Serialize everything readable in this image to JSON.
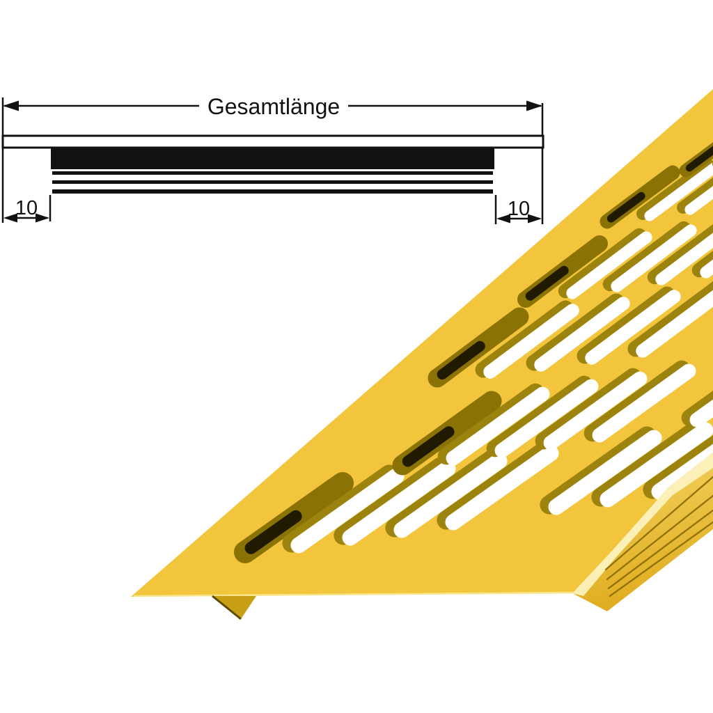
{
  "diagram": {
    "total_length_label": "Gesamtlänge",
    "left_inset_label": "10",
    "right_inset_label": "10",
    "line_color": "#111111"
  },
  "grille": {
    "colors": {
      "panel": "#F2C53D",
      "slot_rim": "#9C830E",
      "slot_dark_outer": "#8A7205",
      "slot_dark_core": "#201A00",
      "slot_hole": "#FFFFFF",
      "band_top": "#F7D868",
      "band_bottom": "#DFAC1E",
      "band_highlight": "#FCF2BE",
      "groove": "#7E6400",
      "edge_highlight": "#F8E488",
      "tab_fill": "#C89F15",
      "tab_edge": "#5E4900"
    },
    "panel_outline": [
      [
        188,
        857
      ],
      [
        1024,
        128
      ],
      [
        1024,
        650
      ],
      [
        960,
        700
      ],
      [
        880,
        790
      ],
      [
        822,
        852
      ]
    ],
    "band_outline": [
      [
        822,
        852
      ],
      [
        880,
        790
      ],
      [
        960,
        700
      ],
      [
        1024,
        650
      ],
      [
        1024,
        760
      ],
      [
        872,
        878
      ]
    ],
    "band_highlight_poly": [
      [
        822,
        852
      ],
      [
        880,
        790
      ],
      [
        960,
        700
      ],
      [
        1024,
        650
      ],
      [
        1024,
        672
      ],
      [
        965,
        712
      ],
      [
        885,
        800
      ],
      [
        838,
        856
      ]
    ],
    "grooves": [
      [
        [
          870,
          818
        ],
        [
          1024,
          685
        ]
      ],
      [
        [
          872,
          832
        ],
        [
          1024,
          712
        ]
      ],
      [
        [
          874,
          845
        ],
        [
          1024,
          733
        ]
      ],
      [
        [
          876,
          856
        ],
        [
          1024,
          750
        ]
      ]
    ],
    "edge_highlight_line": [
      [
        192,
        856
      ],
      [
        826,
        851
      ]
    ],
    "tab": [
      [
        305,
        856
      ],
      [
        368,
        856
      ],
      [
        346,
        889
      ]
    ],
    "rows": [
      {
        "start": [
          352,
          793
        ],
        "axis": [
          140,
          -99
        ],
        "width": 32,
        "step": [
          74,
          -11
        ],
        "pattern": "DWWWW.WWW"
      },
      {
        "start": [
          578,
          668
        ],
        "axis": [
          128,
          -92
        ],
        "width": 29,
        "step": [
          70,
          -11
        ],
        "pattern": "DWWWW.WWW"
      },
      {
        "start": [
          628,
          543
        ],
        "axis": [
          118,
          -88
        ],
        "width": 27,
        "step": [
          73,
          -10
        ],
        "pattern": "DWWWW.W"
      },
      {
        "start": [
          755,
          430
        ],
        "axis": [
          106,
          -80
        ],
        "width": 24,
        "step": [
          64,
          -10
        ],
        "pattern": "DWWWW.W"
      },
      {
        "start": [
          872,
          318
        ],
        "axis": [
          94,
          -70
        ],
        "width": 21,
        "step": [
          58,
          -9
        ],
        "pattern": "DWWWW"
      },
      {
        "start": [
          985,
          245
        ],
        "axis": [
          85,
          -63
        ],
        "width": 19,
        "step": [
          53,
          -8
        ],
        "pattern": "DW"
      }
    ]
  }
}
